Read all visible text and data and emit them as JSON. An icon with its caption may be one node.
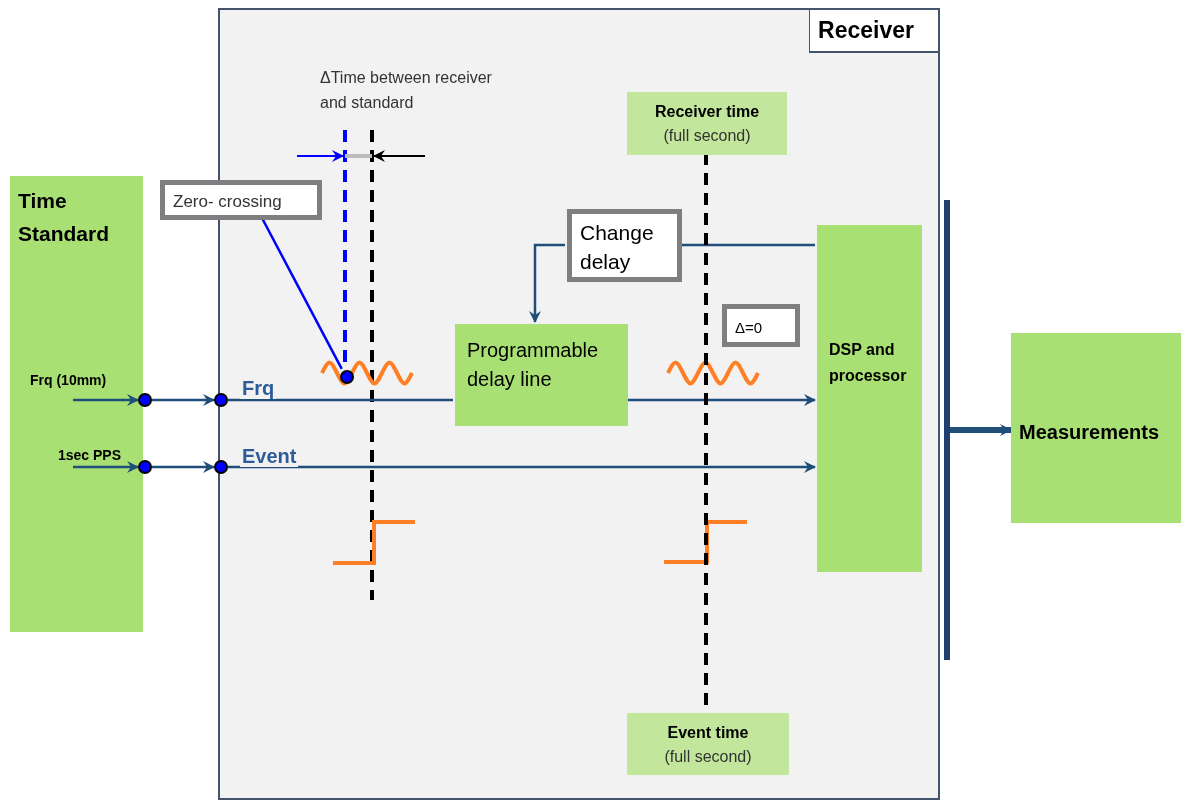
{
  "diagram": {
    "nodes": [
      {
        "text": [
          "Receiver"
        ]
      },
      {
        "text": [
          "Time Standard"
        ]
      },
      {
        "text": [
          "Zero- crossing"
        ],
        "in": 0
      },
      {
        "text": [
          "Change delay"
        ],
        "in": 0
      },
      {
        "text": [
          "Programmable delay line"
        ],
        "in": 0
      },
      {
        "text": [
          "Δ=0"
        ],
        "in": 0
      },
      {
        "text": [
          "DSP and processor"
        ],
        "in": 0
      },
      {
        "text": [
          "Receiver time",
          "(full second)"
        ],
        "in": 0
      },
      {
        "text": [
          "Event time",
          "(full second)"
        ],
        "in": 0
      },
      {
        "text": [
          "Measurements"
        ]
      },
      {
        "text": [],
        "shape": "circle"
      },
      {
        "text": [],
        "shape": "circle"
      },
      {
        "text": [],
        "shape": "circle"
      },
      {
        "text": [],
        "shape": "circle"
      },
      {
        "text": [],
        "shape": "circle",
        "in": 0
      },
      {
        "text": [],
        "shape": "bar"
      }
    ],
    "edges": [
      {
        "from": 1,
        "to": 10,
        "arrow": "to"
      },
      {
        "from": 10,
        "to": 11,
        "arrow": "to"
      },
      {
        "from": 11,
        "to": 4,
        "arrow": "none",
        "label": "Frq"
      },
      {
        "from": 4,
        "to": 6,
        "arrow": "to"
      },
      {
        "from": 1,
        "to": 12,
        "arrow": "to"
      },
      {
        "from": 12,
        "to": 13,
        "arrow": "to"
      },
      {
        "from": 13,
        "to": 6,
        "arrow": "to",
        "label": "Event"
      },
      {
        "from": 6,
        "to": 3,
        "arrow": "none"
      },
      {
        "from": 3,
        "to": 4,
        "arrow": "to"
      },
      {
        "from": 2,
        "to": 14,
        "arrow": "none",
        "color": "#0000ff"
      },
      {
        "from": 15,
        "to": 9,
        "arrow": "to",
        "style": "thick"
      },
      {
        "from": 7,
        "to": 8,
        "arrow": "none",
        "style": "dashed",
        "color": "#000000"
      }
    ],
    "labels": [
      "ΔTime between receiver and standard",
      "Frq (10mm)",
      "1sec PPS"
    ]
  }
}
